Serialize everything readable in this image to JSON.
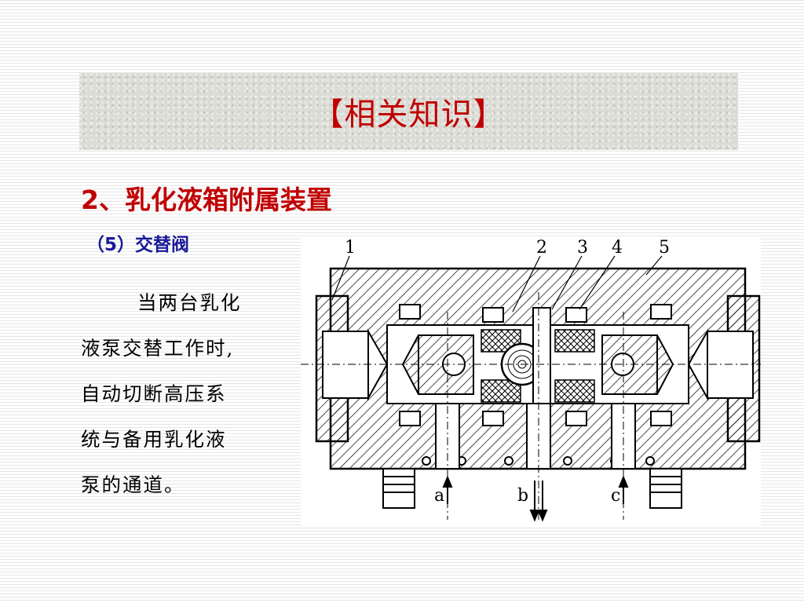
{
  "slide": {
    "title": "【相关知识】",
    "section_heading": "2、乳化液箱附属装置",
    "sub_heading": "（5）交替阀",
    "body_lines": [
      "当两台乳化",
      "液泵交替工作时,",
      "自动切断高压系",
      "统与备用乳化液",
      "泵的通道。"
    ]
  },
  "diagram": {
    "part_labels": [
      "1",
      "2",
      "3",
      "4",
      "5"
    ],
    "port_labels": [
      "a",
      "b",
      "c"
    ]
  },
  "colors": {
    "title_red": "#c00000",
    "sub_blue": "#1a1a99"
  }
}
